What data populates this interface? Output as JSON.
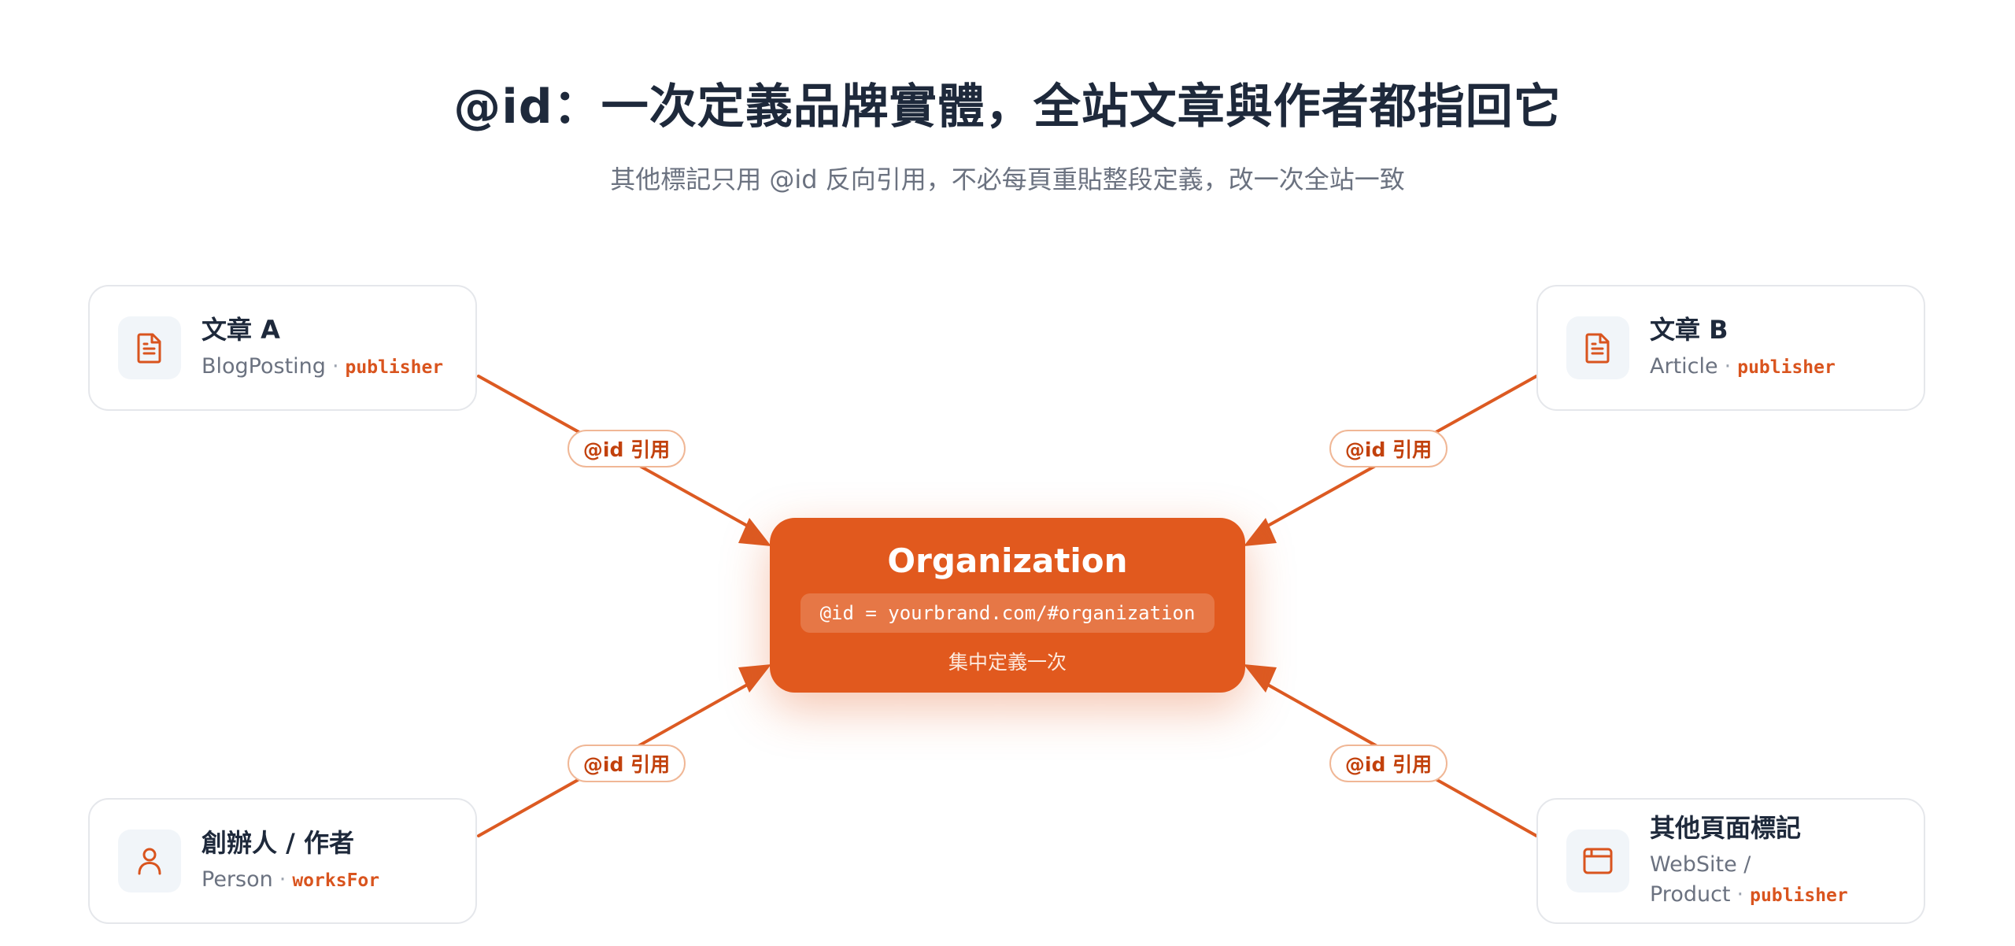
{
  "header": {
    "title": "@id：一次定義品牌實體，全站文章與作者都指回它",
    "subtitle": "其他標記只用 @id 反向引用，不必每頁重貼整段定義，改一次全站一致"
  },
  "center": {
    "title": "Organization",
    "id_value": "@id = yourbrand.com/#organization",
    "note": "集中定義一次"
  },
  "nodes": [
    {
      "name": "文章 A",
      "type": "BlogPosting",
      "property": "publisher",
      "icon": "document-icon"
    },
    {
      "name": "文章 B",
      "type": "Article",
      "property": "publisher",
      "icon": "document-icon"
    },
    {
      "name": "創辦人 / 作者",
      "type": "Person",
      "property": "worksFor",
      "icon": "person-icon"
    },
    {
      "name": "其他頁面標記",
      "type": "WebSite / Product",
      "property": "publisher",
      "icon": "browser-window-icon"
    }
  ],
  "edge_label": "@id 引用",
  "separator": "·",
  "colors": {
    "accent": "#e1591e",
    "connector": "#dc5a22",
    "property_text": "#d9541e",
    "pill_border": "#f0b796",
    "title": "#1e293b",
    "muted": "#6b7280"
  }
}
